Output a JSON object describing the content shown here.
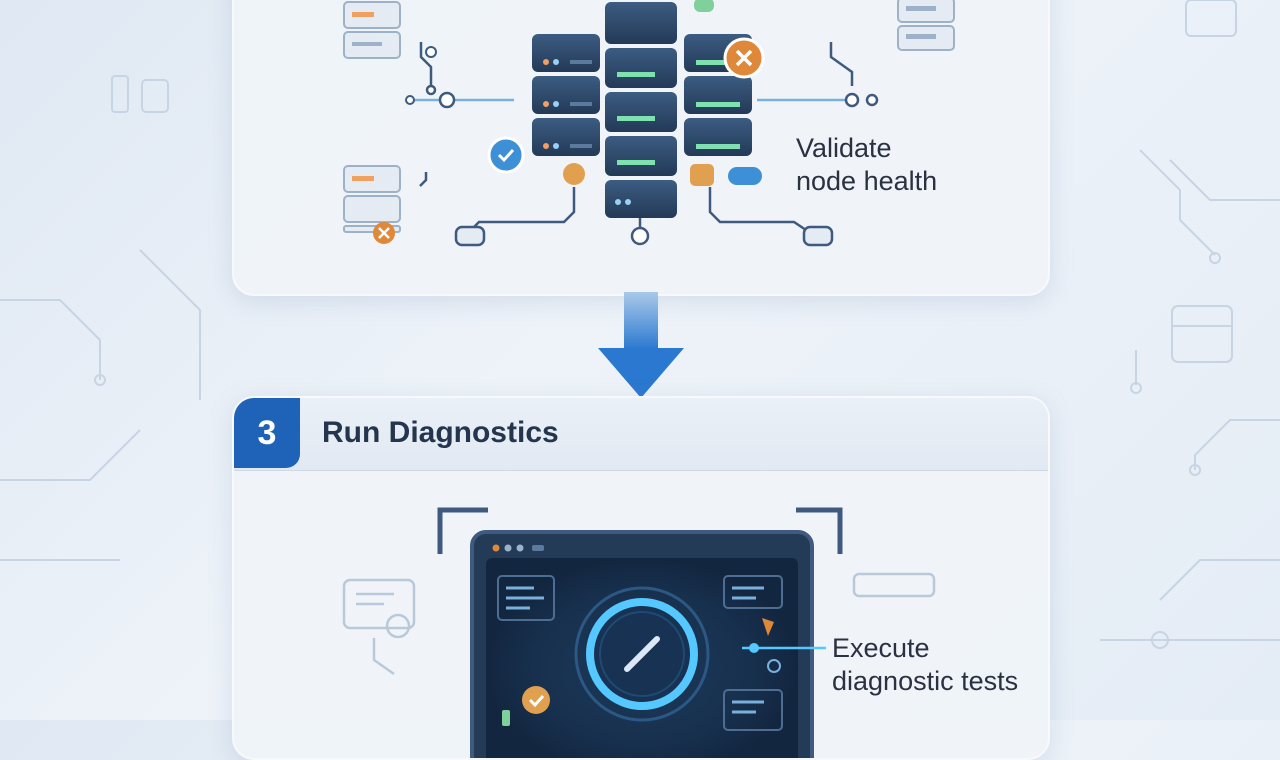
{
  "steps": [
    {
      "caption_line1": "Validate",
      "caption_line2": "node health"
    },
    {
      "number": "3",
      "title": "Run Diagnostics",
      "caption_line1": "Execute",
      "caption_line2": "diagnostic tests"
    }
  ],
  "colors": {
    "accent": "#1f63b8",
    "success": "#3d8fd6",
    "warning": "#e0883a",
    "server": "#2f4a6b"
  }
}
